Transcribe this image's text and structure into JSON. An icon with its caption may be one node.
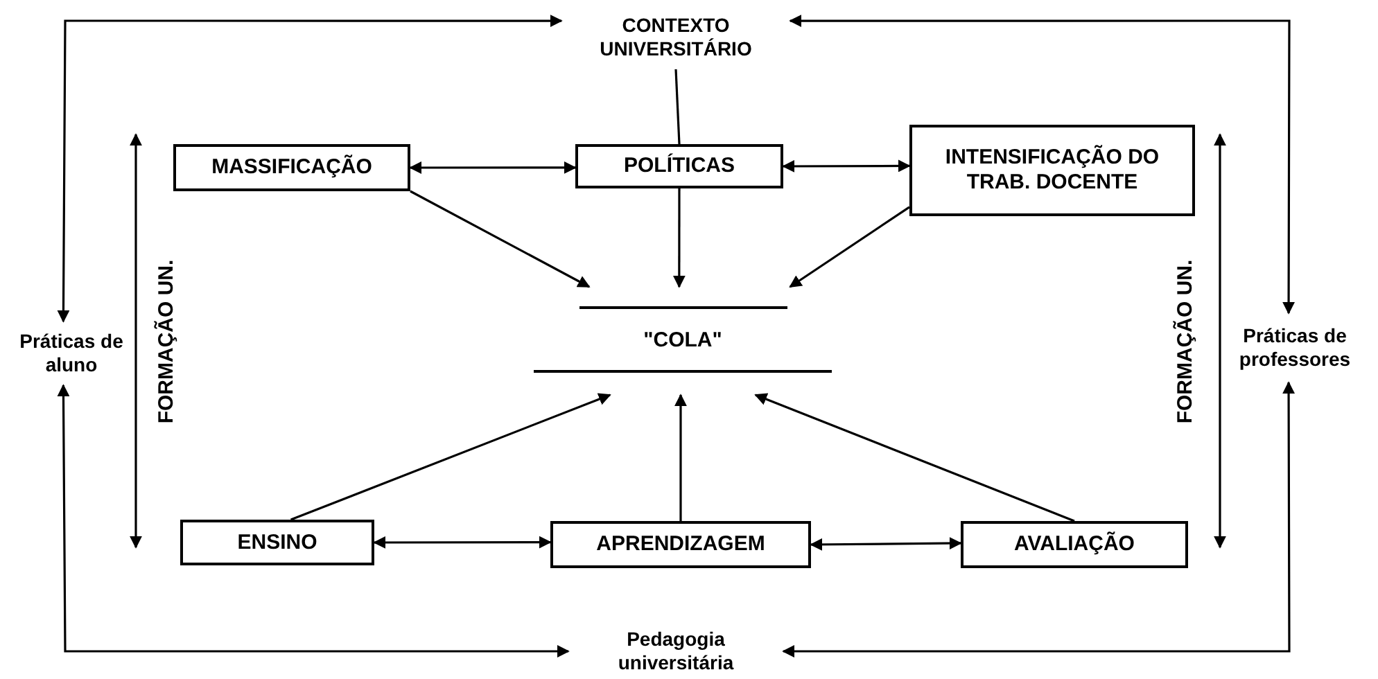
{
  "diagram": {
    "nodes": [
      {
        "text": [
          "CONTEXTO UNIVERSITÁRIO"
        ]
      },
      {
        "text": [
          "MASSIFICAÇÃO"
        ]
      },
      {
        "text": [
          "POLÍTICAS"
        ]
      },
      {
        "text": [
          "INTENSIFICAÇÃO DO TRAB. DOCENTE"
        ]
      },
      {
        "text": [
          "Práticas de aluno"
        ]
      },
      {
        "text": [
          "\"COLA\""
        ]
      },
      {
        "text": [
          "Práticas de professores"
        ]
      },
      {
        "text": [
          "ENSINO"
        ]
      },
      {
        "text": [
          "APRENDIZAGEM"
        ]
      },
      {
        "text": [
          "AVALIAÇÃO"
        ]
      },
      {
        "text": [
          "Pedagogia universitária"
        ]
      }
    ],
    "edges": [
      {
        "from": 0,
        "to": 4,
        "arrow": "both"
      },
      {
        "from": 0,
        "to": 6,
        "arrow": "both"
      },
      {
        "from": 0,
        "to": 2,
        "arrow": "none"
      },
      {
        "from": 1,
        "to": 2,
        "arrow": "both"
      },
      {
        "from": 2,
        "to": 3,
        "arrow": "both"
      },
      {
        "from": 1,
        "to": 5,
        "arrow": "to"
      },
      {
        "from": 2,
        "to": 5,
        "arrow": "to"
      },
      {
        "from": 3,
        "to": 5,
        "arrow": "to"
      },
      {
        "from": 7,
        "to": 5,
        "arrow": "to"
      },
      {
        "from": 8,
        "to": 5,
        "arrow": "to"
      },
      {
        "from": 9,
        "to": 5,
        "arrow": "to"
      },
      {
        "from": 7,
        "to": 8,
        "arrow": "both"
      },
      {
        "from": 8,
        "to": 9,
        "arrow": "both"
      },
      {
        "from": 10,
        "to": 4,
        "arrow": "both"
      },
      {
        "from": 10,
        "to": 6,
        "arrow": "both"
      }
    ],
    "labels": [
      "FORMAÇÃO UN.",
      "FORMAÇÃO UN."
    ]
  }
}
